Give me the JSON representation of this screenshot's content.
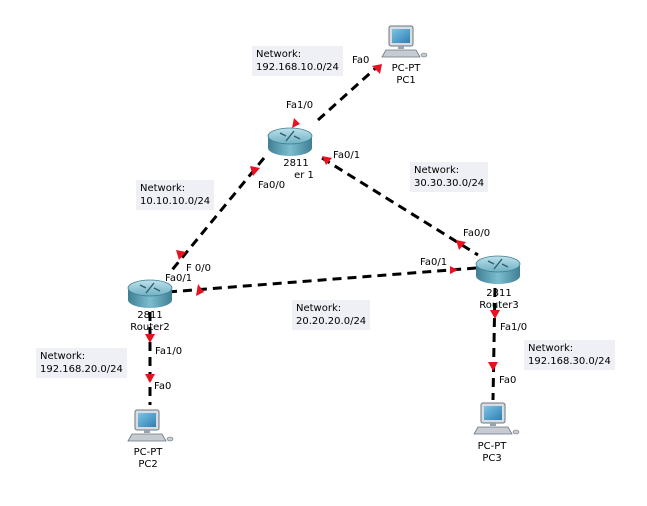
{
  "devices": {
    "pc1": {
      "type": "PC-PT",
      "name": "PC1"
    },
    "pc2": {
      "type": "PC-PT",
      "name": "PC2"
    },
    "pc3": {
      "type": "PC-PT",
      "name": "PC3"
    },
    "router1": {
      "model": "2811",
      "name_fragment": "er 1"
    },
    "router2": {
      "model": "2811",
      "name": "Router2"
    },
    "router3": {
      "model": "2811",
      "name": "Router3"
    }
  },
  "networks": {
    "n1": {
      "label": "Network:",
      "value": "192.168.10.0/24"
    },
    "n2": {
      "label": "Network:",
      "value": "10.10.10.0/24"
    },
    "n3": {
      "label": "Network:",
      "value": "30.30.30.0/24"
    },
    "n4": {
      "label": "Network:",
      "value": "20.20.20.0/24"
    },
    "n5": {
      "label": "Network:",
      "value": "192.168.20.0/24"
    },
    "n6": {
      "label": "Network:",
      "value": "192.168.30.0/24"
    }
  },
  "ports": {
    "pc1_fa0": "Fa0",
    "r1_fa1_0": "Fa1/0",
    "r1_fa0_1": "Fa0/1",
    "r1_fa0_0": "Fa0/0",
    "r2_fa0_0": "F 0/0",
    "r2_fa0_1": "Fa0/1",
    "r2_fa1_0": "Fa1/0",
    "pc2_fa0": "Fa0",
    "r3_fa0_0": "Fa0/0",
    "r3_fa0_1": "Fa0/1",
    "r3_fa1_0": "Fa1/0",
    "pc3_fa0": "Fa0"
  },
  "colors": {
    "link": "#000000",
    "port_marker": "#e8111f",
    "router_body": "#5fa3b8",
    "note_bg": "#eef0f5"
  }
}
